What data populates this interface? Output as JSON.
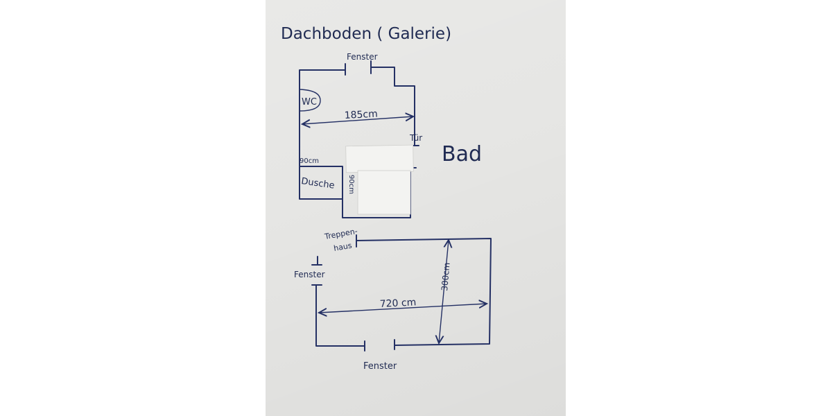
{
  "title": "Dachboden ( Galerie)",
  "upper_plan": {
    "window_label": "Fenster",
    "wc_label": "WC",
    "width_dimension": "185cm",
    "door_label": "Tür",
    "room_label": "Bad",
    "shower_label": "Dusche",
    "shower_width": "90cm",
    "shower_depth": "90cm"
  },
  "lower_plan": {
    "stairwell_label_line1": "Treppen-",
    "stairwell_label_line2": "haus",
    "left_window_label": "Fenster",
    "width_dimension": "720 cm",
    "depth_dimension": "300cm",
    "bottom_window_label": "Fenster"
  }
}
